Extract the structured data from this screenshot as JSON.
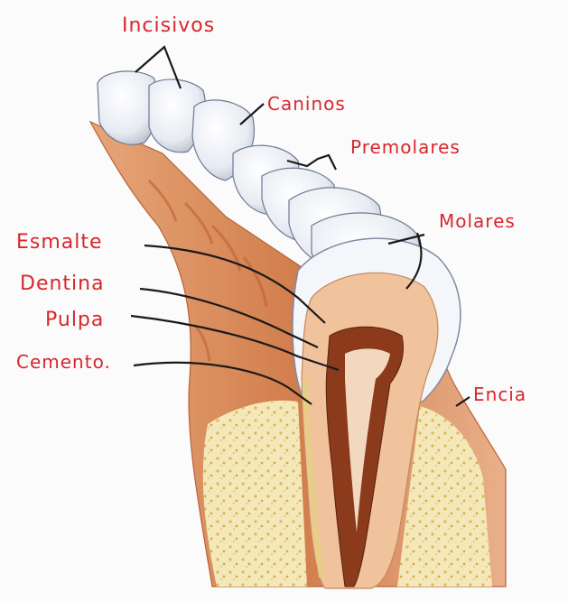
{
  "labels": {
    "incisivos": "Incisivos",
    "caninos": "Caninos",
    "premolares": "Premolares",
    "molares": "Molares",
    "esmalte": "Esmalte",
    "dentina": "Dentina",
    "pulpa": "Pulpa",
    "cemento": "Cemento.",
    "encia": "Encia"
  },
  "colors": {
    "label_ink": "#d9262c",
    "leader_ink": "#1a1a1a",
    "tooth": "#eef1f6",
    "gum": "#d98a5a",
    "bone": "#f3e6b8",
    "dentin": "#f2c9a4",
    "pulp": "#8b3a1c"
  }
}
